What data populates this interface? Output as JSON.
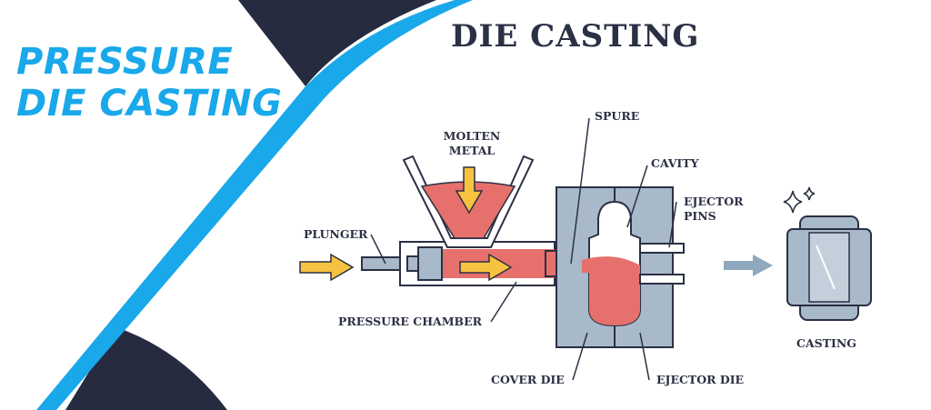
{
  "banner": {
    "line1": "PRESSURE",
    "line2": "DIE CASTING"
  },
  "title": "DIE CASTING",
  "labels": {
    "molten_metal_1": "MOLTEN",
    "molten_metal_2": "METAL",
    "spure": "SPURE",
    "cavity": "CAVITY",
    "ejector_pins_1": "EJECTOR",
    "ejector_pins_2": "PINS",
    "plunger": "PLUNGER",
    "pressure_chamber": "PRESSURE CHAMBER",
    "cover_die": "COVER DIE",
    "ejector_die": "EJECTOR DIE",
    "casting": "CASTING"
  },
  "colors": {
    "navy": "#262b40",
    "accent_blue": "#19a8ea",
    "molten_metal": "#e6716c",
    "die_steel": "#a8b9c9",
    "arrow_yellow": "#f7c240",
    "flow_arrow": "#8fa8bd"
  },
  "icons": {
    "sparkle": "sparkle-icon"
  }
}
